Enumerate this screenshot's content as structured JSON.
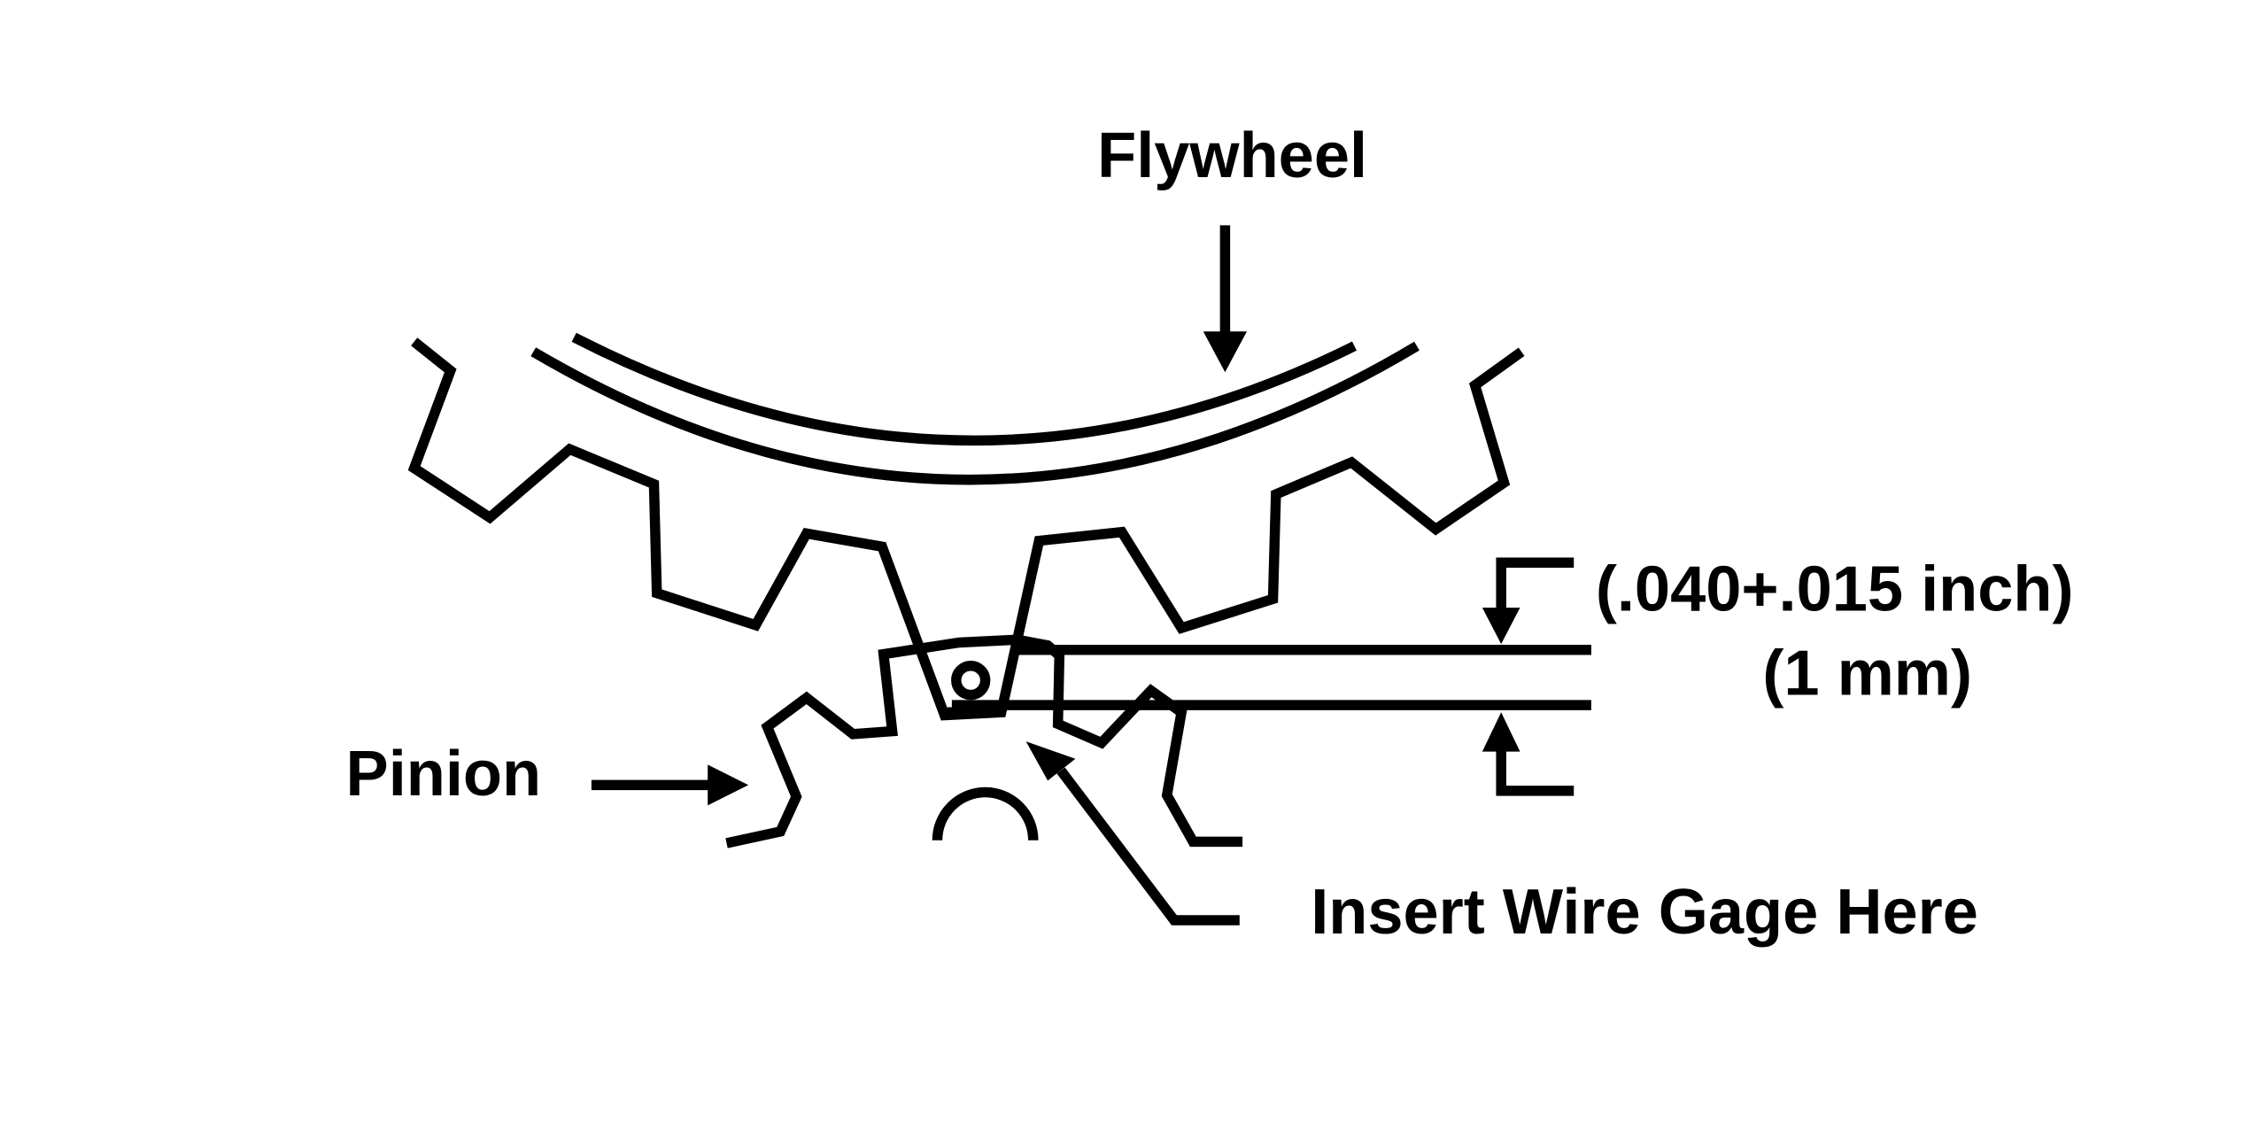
{
  "diagram": {
    "labels": {
      "flywheel": "Flywheel",
      "pinion": "Pinion",
      "clearance_inch": "(.040+.015 inch)",
      "clearance_mm": "(1 mm)",
      "insert": "Insert Wire Gage Here"
    },
    "colors": {
      "stroke": "#000000",
      "background": "#ffffff"
    }
  }
}
